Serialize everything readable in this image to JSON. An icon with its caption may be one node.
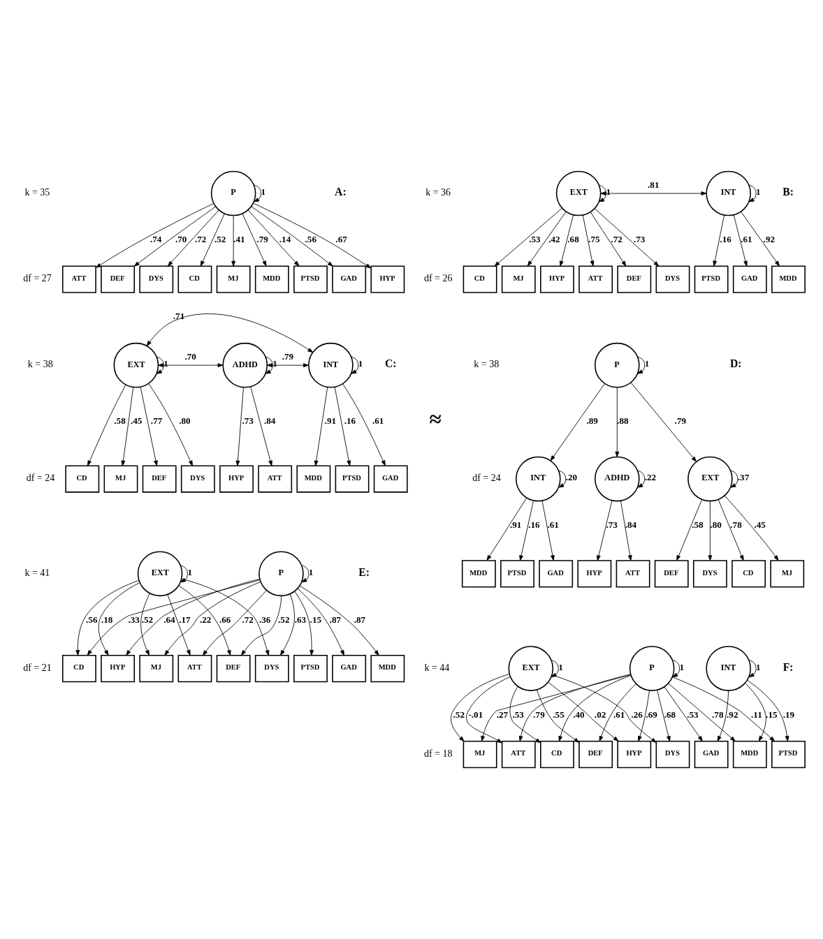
{
  "diagram": {
    "nodes": [
      {
        "text": [
          "P"
        ]
      },
      {
        "text": [
          "MDD"
        ]
      },
      {
        "text": [
          "PTSD"
        ]
      },
      {
        "text": [
          "GAD"
        ]
      },
      {
        "text": [
          "HYP"
        ]
      },
      {
        "text": [
          "ATT"
        ]
      },
      {
        "text": [
          "DEF"
        ]
      },
      {
        "text": [
          "DYS"
        ]
      },
      {
        "text": [
          "CD"
        ]
      },
      {
        "text": [
          "MJ"
        ]
      },
      {
        "text": [
          "INT"
        ]
      },
      {
        "text": [
          "EXT"
        ]
      },
      {
        "text": [
          "MDD"
        ]
      },
      {
        "text": [
          "PTSD"
        ]
      },
      {
        "text": [
          "GAD"
        ]
      },
      {
        "text": [
          "HYP"
        ]
      },
      {
        "text": [
          "ATT"
        ]
      },
      {
        "text": [
          "DEF"
        ]
      },
      {
        "text": [
          "DYS"
        ]
      },
      {
        "text": [
          "CD"
        ]
      },
      {
        "text": [
          "MJ"
        ]
      },
      {
        "text": [
          "INT"
        ]
      },
      {
        "text": [
          "ADHD"
        ]
      },
      {
        "text": [
          "EXT"
        ]
      },
      {
        "text": [
          "MDD"
        ]
      },
      {
        "text": [
          "PTSD"
        ]
      },
      {
        "text": [
          "GAD"
        ]
      },
      {
        "text": [
          "HYP"
        ]
      },
      {
        "text": [
          "ATT"
        ]
      },
      {
        "text": [
          "DEF"
        ]
      },
      {
        "text": [
          "DYS"
        ]
      },
      {
        "text": [
          "CD"
        ]
      },
      {
        "text": [
          "MJ"
        ]
      },
      {
        "text": [
          "P"
        ]
      },
      {
        "text": [
          "INT"
        ]
      },
      {
        "text": [
          "ADHD"
        ]
      },
      {
        "text": [
          "EXT"
        ]
      },
      {
        "text": [
          "MDD"
        ]
      },
      {
        "text": [
          "PTSD"
        ]
      },
      {
        "text": [
          "GAD"
        ]
      },
      {
        "text": [
          "HYP"
        ]
      },
      {
        "text": [
          "ATT"
        ]
      },
      {
        "text": [
          "DEF"
        ]
      },
      {
        "text": [
          "DYS"
        ]
      },
      {
        "text": [
          "CD"
        ]
      },
      {
        "text": [
          "MJ"
        ]
      },
      {
        "text": [
          "P"
        ]
      },
      {
        "text": [
          "EXT"
        ]
      },
      {
        "text": [
          "MDD"
        ]
      },
      {
        "text": [
          "PTSD"
        ]
      },
      {
        "text": [
          "GAD"
        ]
      },
      {
        "text": [
          "HYP"
        ]
      },
      {
        "text": [
          "ATT"
        ]
      },
      {
        "text": [
          "DEF"
        ]
      },
      {
        "text": [
          "DYS"
        ]
      },
      {
        "text": [
          "CD"
        ]
      },
      {
        "text": [
          "MJ"
        ]
      },
      {
        "text": [
          "P"
        ]
      },
      {
        "text": [
          "INT"
        ]
      },
      {
        "text": [
          "EXT"
        ]
      },
      {
        "text": [
          "MDD"
        ]
      },
      {
        "text": [
          "PTSD"
        ]
      },
      {
        "text": [
          "GAD"
        ]
      },
      {
        "text": [
          "HYP"
        ]
      },
      {
        "text": [
          "ATT"
        ]
      },
      {
        "text": [
          "DEF"
        ]
      },
      {
        "text": [
          "DYS"
        ]
      },
      {
        "text": [
          "CD"
        ]
      },
      {
        "text": [
          "MJ"
        ]
      }
    ],
    "edges": [
      {
        "from": 0,
        "to": 0,
        "arrow": "to",
        "label": "1"
      },
      {
        "from": 0,
        "to": 1,
        "arrow": "to",
        "label": ".79"
      },
      {
        "from": 0,
        "to": 2,
        "arrow": "to",
        "label": ".14"
      },
      {
        "from": 0,
        "to": 3,
        "arrow": "to",
        "label": ".56"
      },
      {
        "from": 0,
        "to": 4,
        "arrow": "to",
        "label": ".67"
      },
      {
        "from": 0,
        "to": 5,
        "arrow": "to",
        "label": ".74"
      },
      {
        "from": 0,
        "to": 6,
        "arrow": "to",
        "label": ".70"
      },
      {
        "from": 0,
        "to": 7,
        "arrow": "to",
        "label": ".72"
      },
      {
        "from": 0,
        "to": 8,
        "arrow": "to",
        "label": ".52"
      },
      {
        "from": 0,
        "to": 9,
        "arrow": "to",
        "label": ".41"
      },
      {
        "from": 10,
        "to": 11,
        "arrow": "both",
        "label": ".81"
      },
      {
        "from": 10,
        "to": 10,
        "arrow": "to",
        "label": "1"
      },
      {
        "from": 11,
        "to": 11,
        "arrow": "to",
        "label": "1"
      },
      {
        "from": 10,
        "to": 12,
        "arrow": "to",
        "label": ".92"
      },
      {
        "from": 10,
        "to": 13,
        "arrow": "to",
        "label": ".16"
      },
      {
        "from": 10,
        "to": 14,
        "arrow": "to",
        "label": ".61"
      },
      {
        "from": 11,
        "to": 15,
        "arrow": "to",
        "label": ".68"
      },
      {
        "from": 11,
        "to": 16,
        "arrow": "to",
        "label": ".75"
      },
      {
        "from": 11,
        "to": 17,
        "arrow": "to",
        "label": ".72"
      },
      {
        "from": 11,
        "to": 18,
        "arrow": "to",
        "label": ".73"
      },
      {
        "from": 11,
        "to": 19,
        "arrow": "to",
        "label": ".53"
      },
      {
        "from": 11,
        "to": 20,
        "arrow": "to",
        "label": ".42"
      },
      {
        "from": 21,
        "to": 23,
        "arrow": "both",
        "label": ".71"
      },
      {
        "from": 21,
        "to": 22,
        "arrow": "both",
        "label": ".79"
      },
      {
        "from": 22,
        "to": 23,
        "arrow": "both",
        "label": ".70"
      },
      {
        "from": 21,
        "to": 21,
        "arrow": "to",
        "label": "1"
      },
      {
        "from": 22,
        "to": 22,
        "arrow": "to",
        "label": "1"
      },
      {
        "from": 23,
        "to": 23,
        "arrow": "to",
        "label": "1"
      },
      {
        "from": 21,
        "to": 24,
        "arrow": "to",
        "label": ".91"
      },
      {
        "from": 21,
        "to": 25,
        "arrow": "to",
        "label": ".16"
      },
      {
        "from": 21,
        "to": 26,
        "arrow": "to",
        "label": ".61"
      },
      {
        "from": 22,
        "to": 27,
        "arrow": "to",
        "label": ".73"
      },
      {
        "from": 22,
        "to": 28,
        "arrow": "to",
        "label": ".84"
      },
      {
        "from": 23,
        "to": 29,
        "arrow": "to",
        "label": ".77"
      },
      {
        "from": 23,
        "to": 30,
        "arrow": "to",
        "label": ".80"
      },
      {
        "from": 23,
        "to": 31,
        "arrow": "to",
        "label": ".58"
      },
      {
        "from": 23,
        "to": 32,
        "arrow": "to",
        "label": ".45"
      },
      {
        "from": 33,
        "to": 33,
        "arrow": "to",
        "label": "1"
      },
      {
        "from": 33,
        "to": 34,
        "arrow": "to",
        "label": ".89"
      },
      {
        "from": 33,
        "to": 35,
        "arrow": "to",
        "label": ".88"
      },
      {
        "from": 33,
        "to": 36,
        "arrow": "to",
        "label": ".79"
      },
      {
        "from": 34,
        "to": 34,
        "arrow": "to",
        "label": ".20"
      },
      {
        "from": 35,
        "to": 35,
        "arrow": "to",
        "label": ".22"
      },
      {
        "from": 36,
        "to": 36,
        "arrow": "to",
        "label": ".37"
      },
      {
        "from": 34,
        "to": 37,
        "arrow": "to",
        "label": ".91"
      },
      {
        "from": 34,
        "to": 38,
        "arrow": "to",
        "label": ".16"
      },
      {
        "from": 34,
        "to": 39,
        "arrow": "to",
        "label": ".61"
      },
      {
        "from": 35,
        "to": 40,
        "arrow": "to",
        "label": ".73"
      },
      {
        "from": 35,
        "to": 41,
        "arrow": "to",
        "label": ".84"
      },
      {
        "from": 36,
        "to": 42,
        "arrow": "to",
        "label": ".58"
      },
      {
        "from": 36,
        "to": 43,
        "arrow": "to",
        "label": ".80"
      },
      {
        "from": 36,
        "to": 44,
        "arrow": "to",
        "label": ".78"
      },
      {
        "from": 36,
        "to": 45,
        "arrow": "to",
        "label": ".45"
      },
      {
        "from": 46,
        "to": 46,
        "arrow": "to",
        "label": "1"
      },
      {
        "from": 47,
        "to": 47,
        "arrow": "to",
        "label": "1"
      },
      {
        "from": 46,
        "to": 48,
        "arrow": "to",
        "label": ".87"
      },
      {
        "from": 46,
        "to": 49,
        "arrow": "to",
        "label": ".15"
      },
      {
        "from": 46,
        "to": 50,
        "arrow": "to",
        "label": ".87"
      },
      {
        "from": 46,
        "to": 51,
        "arrow": "to",
        "label": ".64"
      },
      {
        "from": 46,
        "to": 52,
        "arrow": "to",
        "label": ".72"
      },
      {
        "from": 46,
        "to": 53,
        "arrow": "to",
        "label": ".52"
      },
      {
        "from": 46,
        "to": 54,
        "arrow": "to",
        "label": ".63"
      },
      {
        "from": 46,
        "to": 55,
        "arrow": "to",
        "label": ".33"
      },
      {
        "from": 46,
        "to": 56,
        "arrow": "to",
        "label": ".22"
      },
      {
        "from": 47,
        "to": 51,
        "arrow": "to",
        "label": ".18"
      },
      {
        "from": 47,
        "to": 52,
        "arrow": "to",
        "label": ".17"
      },
      {
        "from": 47,
        "to": 53,
        "arrow": "to",
        "label": ".66"
      },
      {
        "from": 47,
        "to": 54,
        "arrow": "to",
        "label": ".36"
      },
      {
        "from": 47,
        "to": 55,
        "arrow": "to",
        "label": ".56"
      },
      {
        "from": 47,
        "to": 56,
        "arrow": "to",
        "label": ".52"
      },
      {
        "from": 57,
        "to": 57,
        "arrow": "to",
        "label": "1"
      },
      {
        "from": 58,
        "to": 58,
        "arrow": "to",
        "label": "1"
      },
      {
        "from": 59,
        "to": 59,
        "arrow": "to",
        "label": "1"
      },
      {
        "from": 57,
        "to": 60,
        "arrow": "to",
        "label": ".78"
      },
      {
        "from": 57,
        "to": 61,
        "arrow": "to",
        "label": ".11"
      },
      {
        "from": 57,
        "to": 62,
        "arrow": "to",
        "label": ".53"
      },
      {
        "from": 57,
        "to": 63,
        "arrow": "to",
        "label": ".69"
      },
      {
        "from": 57,
        "to": 64,
        "arrow": "to",
        "label": ".79"
      },
      {
        "from": 57,
        "to": 65,
        "arrow": "to",
        "label": ".61"
      },
      {
        "from": 57,
        "to": 66,
        "arrow": "to",
        "label": ".68"
      },
      {
        "from": 57,
        "to": 67,
        "arrow": "to",
        "label": ".40"
      },
      {
        "from": 57,
        "to": 68,
        "arrow": "to",
        "label": ".27"
      },
      {
        "from": 58,
        "to": 60,
        "arrow": "to",
        "label": ".15"
      },
      {
        "from": 58,
        "to": 61,
        "arrow": "to",
        "label": ".19"
      },
      {
        "from": 58,
        "to": 62,
        "arrow": "to",
        "label": ".92"
      },
      {
        "from": 59,
        "to": 63,
        "arrow": "to",
        "label": ".02"
      },
      {
        "from": 59,
        "to": 64,
        "arrow": "to",
        "label": "-.01"
      },
      {
        "from": 59,
        "to": 65,
        "arrow": "to",
        "label": ".55"
      },
      {
        "from": 59,
        "to": 66,
        "arrow": "to",
        "label": ".26"
      },
      {
        "from": 59,
        "to": 67,
        "arrow": "to",
        "label": ".53"
      },
      {
        "from": 59,
        "to": 68,
        "arrow": "to",
        "label": ".52"
      }
    ],
    "labels": [
      "A:",
      "k = 35",
      "df = 27",
      "B:",
      "k = 36",
      "df = 26",
      "C:",
      "k = 38",
      "df = 24",
      "≈",
      "D:",
      "k = 38",
      "df = 24",
      "E:",
      "k = 41",
      "df = 21",
      "F:",
      "k = 44",
      "df = 18"
    ]
  }
}
